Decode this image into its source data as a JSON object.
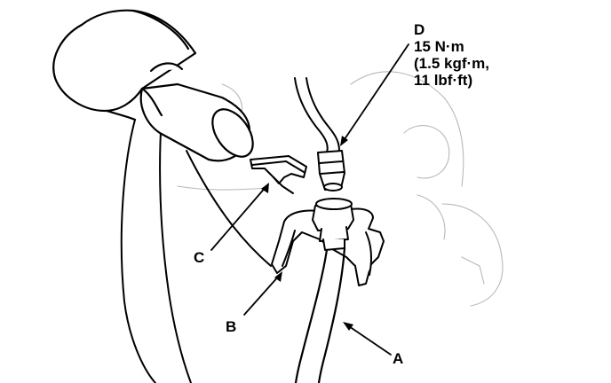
{
  "callouts": {
    "a": "A",
    "b": "B",
    "c": "C",
    "d": "D"
  },
  "torque_spec": {
    "line1": "15 N·m",
    "line2": "(1.5 kgf·m,",
    "line3": "11 lbf·ft)"
  }
}
